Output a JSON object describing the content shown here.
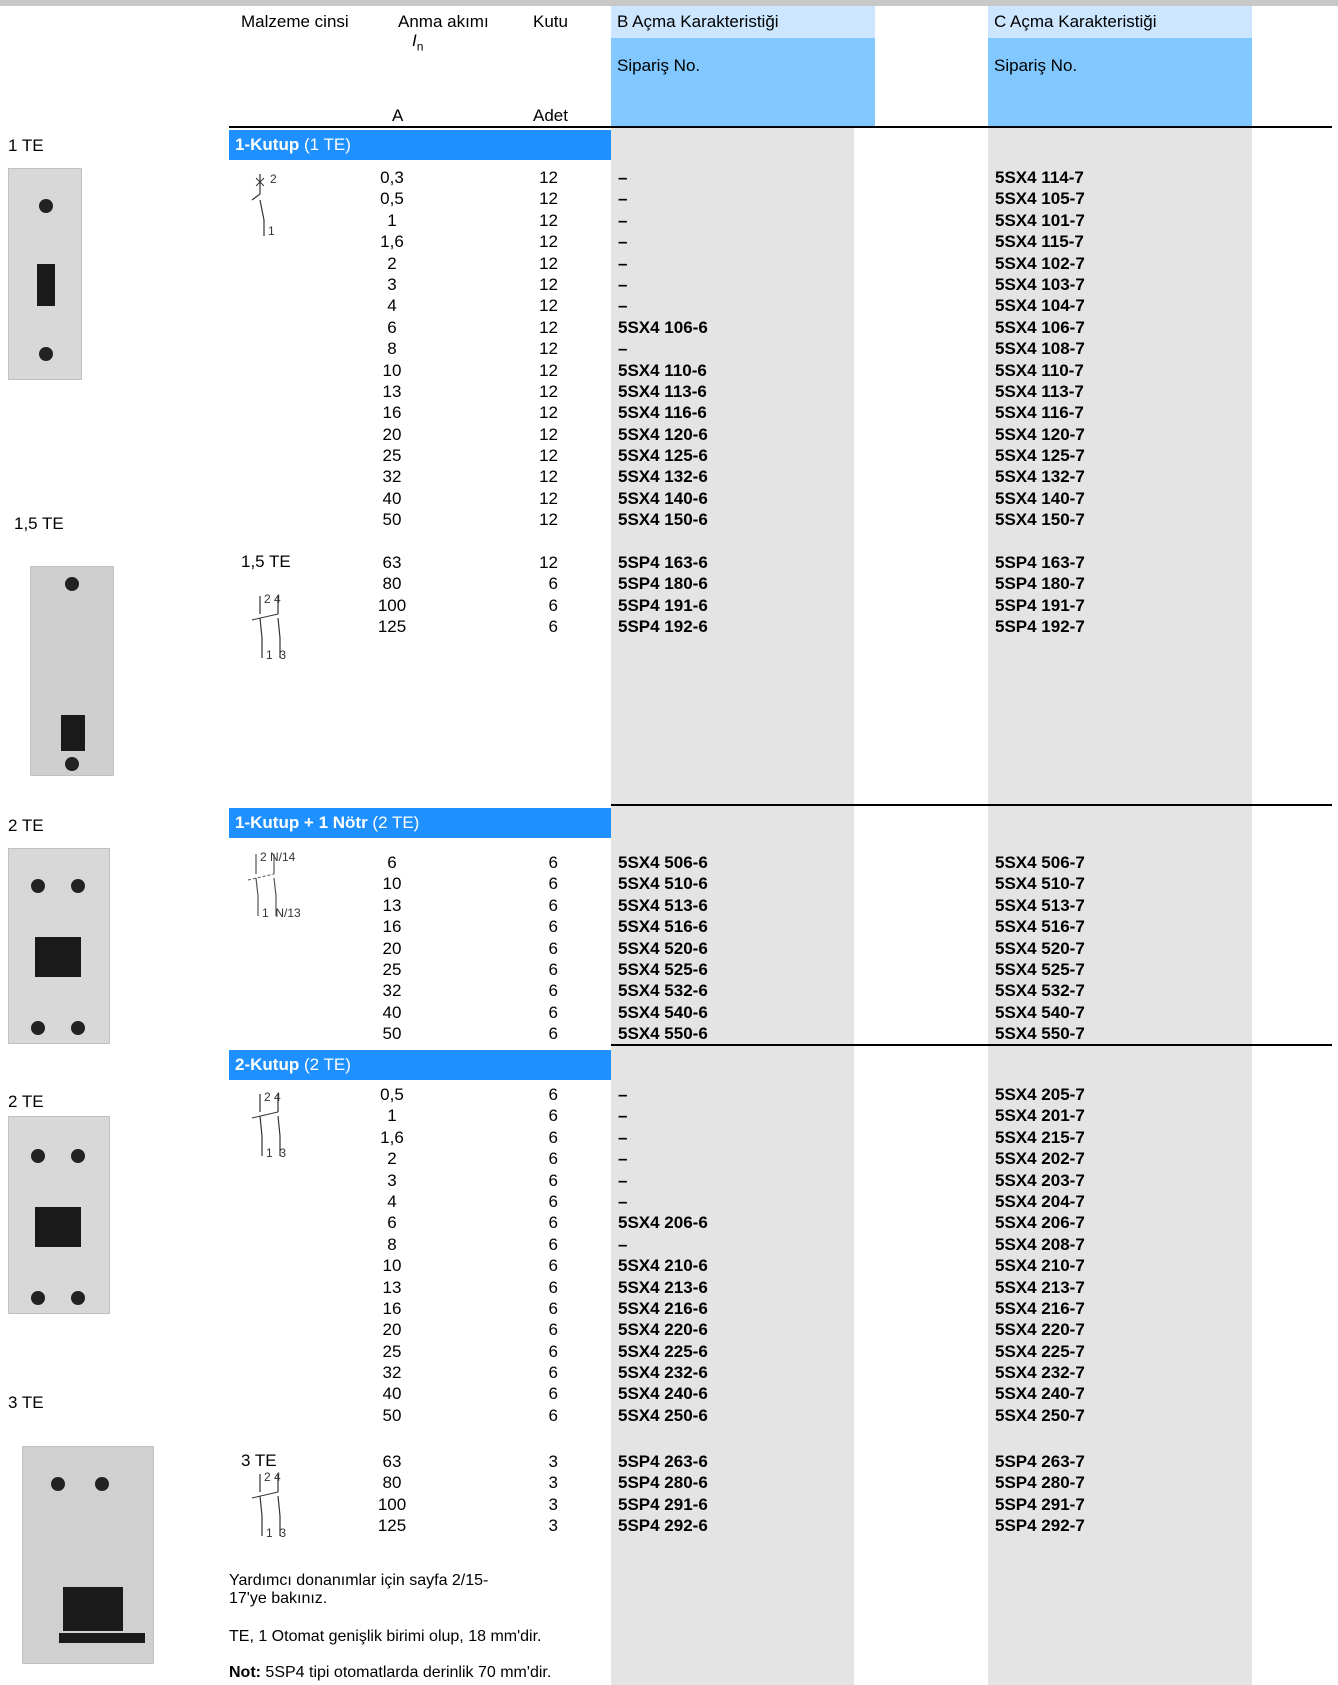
{
  "header": {
    "material": "Malzeme cinsi",
    "rated_current": "Anma akımı",
    "rated_symbol": "I",
    "rated_sub": "n",
    "box": "Kutu",
    "unit_a": "A",
    "unit_adet": "Adet",
    "b_title": "B Açma Karakteristiği",
    "c_title": "C Açma Karakteristiği",
    "order_no_b": "Sipariş No.",
    "order_no_c": "Sipariş No."
  },
  "side_labels": {
    "te1": "1 TE",
    "te15": "1,5 TE",
    "te2a": "2 TE",
    "te2b": "2 TE",
    "te3": "3 TE"
  },
  "sections": {
    "s1": {
      "title_bold": "1-Kutup",
      "title_rest": " (1 TE)"
    },
    "s2": {
      "title_bold": "1-Kutup + 1 Nötr",
      "title_rest": " (2 TE)"
    },
    "s3": {
      "title_bold": "2-Kutup",
      "title_rest": " (2 TE)"
    }
  },
  "sub_labels": {
    "te15": "1,5 TE",
    "te3": "3 TE"
  },
  "symbols": {
    "single": {
      "top": "2",
      "bottom": "1"
    },
    "double": {
      "top": "2 4",
      "bottom": "1  3"
    },
    "neutral": {
      "top": "2 N/14",
      "bottom": "1  N/13"
    }
  },
  "group1": [
    {
      "a": "0,3",
      "q": "12",
      "b": "–",
      "c": "5SX4 114-7"
    },
    {
      "a": "0,5",
      "q": "12",
      "b": "–",
      "c": "5SX4 105-7"
    },
    {
      "a": "1",
      "q": "12",
      "b": "–",
      "c": "5SX4 101-7"
    },
    {
      "a": "1,6",
      "q": "12",
      "b": "–",
      "c": "5SX4 115-7"
    },
    {
      "a": "2",
      "q": "12",
      "b": "–",
      "c": "5SX4 102-7"
    },
    {
      "a": "3",
      "q": "12",
      "b": "–",
      "c": "5SX4 103-7"
    },
    {
      "a": "4",
      "q": "12",
      "b": "–",
      "c": "5SX4 104-7"
    },
    {
      "a": "6",
      "q": "12",
      "b": "5SX4 106-6",
      "c": "5SX4 106-7"
    },
    {
      "a": "8",
      "q": "12",
      "b": "–",
      "c": "5SX4 108-7"
    },
    {
      "a": "10",
      "q": "12",
      "b": "5SX4 110-6",
      "c": "5SX4 110-7"
    },
    {
      "a": "13",
      "q": "12",
      "b": "5SX4 113-6",
      "c": "5SX4 113-7"
    },
    {
      "a": "16",
      "q": "12",
      "b": "5SX4 116-6",
      "c": "5SX4 116-7"
    },
    {
      "a": "20",
      "q": "12",
      "b": "5SX4 120-6",
      "c": "5SX4 120-7"
    },
    {
      "a": "25",
      "q": "12",
      "b": "5SX4 125-6",
      "c": "5SX4 125-7"
    },
    {
      "a": "32",
      "q": "12",
      "b": "5SX4 132-6",
      "c": "5SX4 132-7"
    },
    {
      "a": "40",
      "q": "12",
      "b": "5SX4 140-6",
      "c": "5SX4 140-7"
    },
    {
      "a": "50",
      "q": "12",
      "b": "5SX4 150-6",
      "c": "5SX4 150-7"
    }
  ],
  "group2": [
    {
      "a": "63",
      "q": "12",
      "b": "5SP4 163-6",
      "c": "5SP4 163-7"
    },
    {
      "a": "80",
      "q": "6",
      "b": "5SP4 180-6",
      "c": "5SP4 180-7"
    },
    {
      "a": "100",
      "q": "6",
      "b": "5SP4 191-6",
      "c": "5SP4 191-7"
    },
    {
      "a": "125",
      "q": "6",
      "b": "5SP4 192-6",
      "c": "5SP4 192-7"
    }
  ],
  "group3": [
    {
      "a": "6",
      "q": "6",
      "b": "5SX4 506-6",
      "c": "5SX4 506-7"
    },
    {
      "a": "10",
      "q": "6",
      "b": "5SX4 510-6",
      "c": "5SX4 510-7"
    },
    {
      "a": "13",
      "q": "6",
      "b": "5SX4 513-6",
      "c": "5SX4 513-7"
    },
    {
      "a": "16",
      "q": "6",
      "b": "5SX4 516-6",
      "c": "5SX4 516-7"
    },
    {
      "a": "20",
      "q": "6",
      "b": "5SX4 520-6",
      "c": "5SX4 520-7"
    },
    {
      "a": "25",
      "q": "6",
      "b": "5SX4 525-6",
      "c": "5SX4 525-7"
    },
    {
      "a": "32",
      "q": "6",
      "b": "5SX4 532-6",
      "c": "5SX4 532-7"
    },
    {
      "a": "40",
      "q": "6",
      "b": "5SX4 540-6",
      "c": "5SX4 540-7"
    },
    {
      "a": "50",
      "q": "6",
      "b": "5SX4 550-6",
      "c": "5SX4 550-7"
    }
  ],
  "group4": [
    {
      "a": "0,5",
      "q": "6",
      "b": "–",
      "c": "5SX4 205-7"
    },
    {
      "a": "1",
      "q": "6",
      "b": "–",
      "c": "5SX4 201-7"
    },
    {
      "a": "1,6",
      "q": "6",
      "b": "–",
      "c": "5SX4 215-7"
    },
    {
      "a": "2",
      "q": "6",
      "b": "–",
      "c": "5SX4 202-7"
    },
    {
      "a": "3",
      "q": "6",
      "b": "–",
      "c": "5SX4 203-7"
    },
    {
      "a": "4",
      "q": "6",
      "b": "–",
      "c": "5SX4 204-7"
    },
    {
      "a": "6",
      "q": "6",
      "b": "5SX4 206-6",
      "c": "5SX4 206-7"
    },
    {
      "a": "8",
      "q": "6",
      "b": "–",
      "c": "5SX4 208-7"
    },
    {
      "a": "10",
      "q": "6",
      "b": "5SX4 210-6",
      "c": "5SX4 210-7"
    },
    {
      "a": "13",
      "q": "6",
      "b": "5SX4 213-6",
      "c": "5SX4 213-7"
    },
    {
      "a": "16",
      "q": "6",
      "b": "5SX4 216-6",
      "c": "5SX4 216-7"
    },
    {
      "a": "20",
      "q": "6",
      "b": "5SX4 220-6",
      "c": "5SX4 220-7"
    },
    {
      "a": "25",
      "q": "6",
      "b": "5SX4 225-6",
      "c": "5SX4 225-7"
    },
    {
      "a": "32",
      "q": "6",
      "b": "5SX4 232-6",
      "c": "5SX4 232-7"
    },
    {
      "a": "40",
      "q": "6",
      "b": "5SX4 240-6",
      "c": "5SX4 240-7"
    },
    {
      "a": "50",
      "q": "6",
      "b": "5SX4 250-6",
      "c": "5SX4 250-7"
    }
  ],
  "group5": [
    {
      "a": "63",
      "q": "3",
      "b": "5SP4 263-6",
      "c": "5SP4 263-7"
    },
    {
      "a": "80",
      "q": "3",
      "b": "5SP4 280-6",
      "c": "5SP4 280-7"
    },
    {
      "a": "100",
      "q": "3",
      "b": "5SP4 291-6",
      "c": "5SP4 291-7"
    },
    {
      "a": "125",
      "q": "3",
      "b": "5SP4 292-6",
      "c": "5SP4 292-7"
    }
  ],
  "notes": {
    "accessories": "Yardımcı donanımlar için sayfa 2/15-17'ye bakınız.",
    "te_def": "TE, 1 Otomat genişlik birimi olup, 18 mm'dir.",
    "note_bold": "Not:",
    "note_rest": " 5SP4 tipi otomatlarda derinlik 70 mm'dir."
  }
}
